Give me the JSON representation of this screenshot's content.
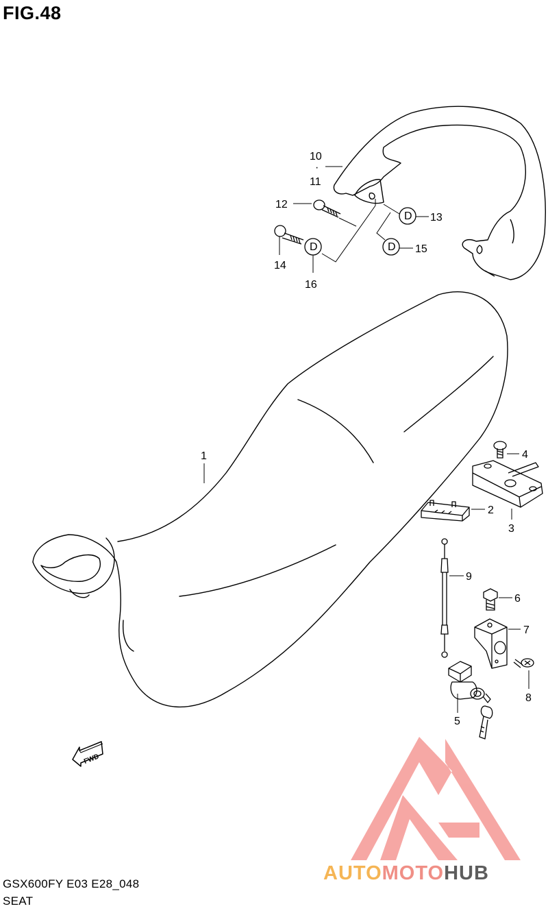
{
  "figure": {
    "title": "FIG.48",
    "model_code": "GSX600FY E03 E28_048",
    "part_name": "SEAT"
  },
  "callouts": [
    {
      "num": "1"
    },
    {
      "num": "2"
    },
    {
      "num": "3"
    },
    {
      "num": "4"
    },
    {
      "num": "5"
    },
    {
      "num": "6"
    },
    {
      "num": "7"
    },
    {
      "num": "8"
    },
    {
      "num": "9"
    },
    {
      "num": "10"
    },
    {
      "num": "11"
    },
    {
      "num": "12"
    },
    {
      "num": "13"
    },
    {
      "num": "14"
    },
    {
      "num": "15"
    },
    {
      "num": "16"
    }
  ],
  "callout_dot": "·",
  "fwd_label": "FWD",
  "washer_mark": "D",
  "watermark": {
    "word_1": "AUTO",
    "word_2": "MOTO",
    "word_3": "HUB",
    "colors": {
      "auto": "#f5b24c",
      "moto": "#f08a80",
      "hub": "#555555",
      "logo": "#f6a3a0"
    }
  }
}
